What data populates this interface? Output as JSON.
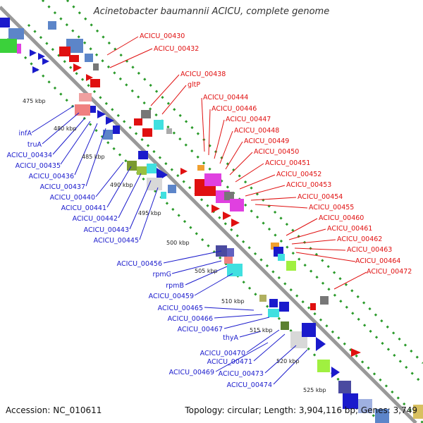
{
  "title": "Acinetobacter baumannii ACICU, complete genome",
  "footer": {
    "accession": "Accession: NC_010611",
    "summary": "Topology: circular; Length: 3,904,116 bp; Genes: 3,749"
  },
  "ticks": [
    "475 kbp",
    "480 kbp",
    "485 kbp",
    "490 kbp",
    "495 kbp",
    "500 kbp",
    "505 kbp",
    "510 kbp",
    "515 kbp",
    "520 kbp",
    "525 kbp"
  ],
  "left_labels": [
    "infA",
    "truA",
    "ACICU_00434",
    "ACICU_00435",
    "ACICU_00436",
    "ACICU_00437",
    "ACICU_00440",
    "ACICU_00441",
    "ACICU_00442",
    "ACICU_00443",
    "ACICU_00445",
    "ACICU_00456",
    "rpmG",
    "rpmB",
    "ACICU_00459",
    "ACICU_00465",
    "ACICU_00466",
    "ACICU_00467",
    "thyA",
    "ACICU_00470",
    "ACICU_00471",
    "ACICU_00469",
    "ACICU_00473",
    "ACICU_00474"
  ],
  "right_labels": [
    "ACICU_00430",
    "ACICU_00432",
    "ACICU_00438",
    "gltP",
    "ACICU_00444",
    "ACICU_00446",
    "ACICU_00447",
    "ACICU_00448",
    "ACICU_00449",
    "ACICU_00450",
    "ACICU_00451",
    "ACICU_00452",
    "ACICU_00453",
    "ACICU_00454",
    "ACICU_00455",
    "ACICU_00460",
    "ACICU_00461",
    "ACICU_00462",
    "ACICU_00463",
    "ACICU_00464",
    "ACICU_00472"
  ],
  "colors": {
    "forward": "#1a1acc",
    "reverse": "#e01010",
    "backbone": "#999999",
    "dots": "#2a9a2a"
  }
}
